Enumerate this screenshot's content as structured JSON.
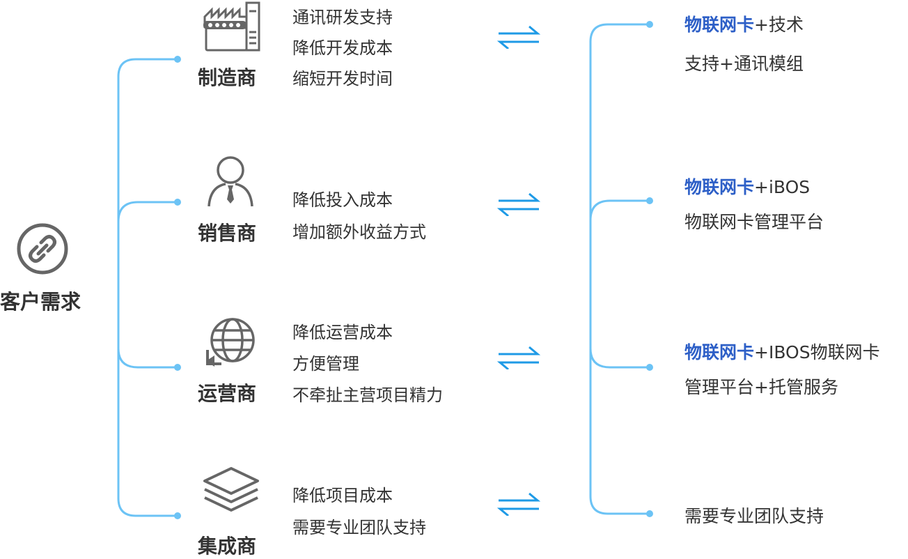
{
  "root": {
    "label": "客户需求",
    "icon": "chain-link-icon"
  },
  "colors": {
    "line": "#6cc3f5",
    "text": "#333333",
    "brand": "#2d5fc7",
    "icon": "#666666"
  },
  "roles": [
    {
      "name": "制造商",
      "icon": "factory-icon",
      "needs": [
        "通讯研发支持",
        "降低开发成本",
        "缩短开发时间"
      ]
    },
    {
      "name": "销售商",
      "icon": "salesperson-icon",
      "needs": [
        "降低投入成本",
        "增加额外收益方式"
      ]
    },
    {
      "name": "运营商",
      "icon": "globe-cycle-icon",
      "needs": [
        "降低运营成本",
        "方便管理",
        "不牵扯主营项目精力"
      ]
    },
    {
      "name": "集成商",
      "icon": "layers-icon",
      "needs": [
        "降低项目成本",
        "需要专业团队支持"
      ]
    }
  ],
  "solutions": [
    {
      "brand": "物联网卡",
      "line1_rest": "+技术",
      "line2": "支持+通讯模组"
    },
    {
      "brand": "物联网卡",
      "line1_rest": "+iBOS",
      "line2": "物联网卡管理平台"
    },
    {
      "brand": "物联网卡",
      "line1_rest": "+IBOS物联网卡",
      "line2": "管理平台+托管服务"
    },
    {
      "brand": "",
      "line1_rest": "需要专业团队支持",
      "line2": ""
    }
  ]
}
